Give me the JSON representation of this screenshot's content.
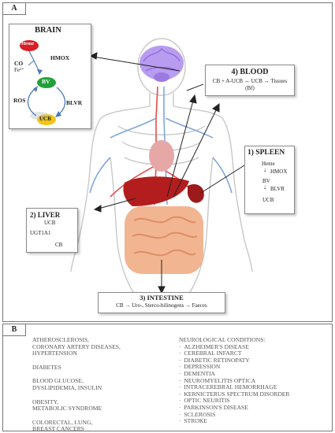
{
  "panel_a": {
    "label": "A",
    "brain": {
      "title": "BRAIN",
      "heme": "Heme",
      "hmox": "HMOX",
      "co": "CO",
      "fe": "Fe²⁺",
      "bv": "BV",
      "ros": "ROS",
      "blvr": "BLVR",
      "ucb": "UCB"
    },
    "blood": {
      "title": "4) BLOOD",
      "line1": "CB + A-UCB ↔ UCB ↔ Tissues",
      "line2": "(Bf)"
    },
    "spleen": {
      "title": "1) SPLEEN",
      "heme": "Heme",
      "hmox": "HMOX",
      "bv": "BV",
      "blvr": "BLVR",
      "ucb": "UCB"
    },
    "liver": {
      "title": "2) LIVER",
      "ucb": "UCB",
      "enzyme": "UGT1A1",
      "cb": "CB"
    },
    "intestine": {
      "title": "3) INTESTINE",
      "line": "CB → Uro-, Sterco-bilinogens → Faeces"
    }
  },
  "panel_b": {
    "label": "B",
    "left": [
      [
        "ATHEROSCLEROSIS,",
        "CORONARY ARTERY DISEASES,",
        "HYPERTENSION"
      ],
      [
        "DIABETES"
      ],
      [
        "BLOOD GLUCOSE,",
        "DYSLIPIDEMIA, INSULIN"
      ],
      [
        "OBESITY,",
        "METABOLIC SYNDROME"
      ],
      [
        "COLORECTAL, LUNG,",
        "BREAST CANCERS"
      ]
    ],
    "right_title": "NEUROLOGICAL CONDITIONS:",
    "right": [
      "ALZHEIMER'S DISEASE",
      "CEREBRAL INFARCT",
      "DIABETIC RETINOPATY",
      "DEPRESSION",
      "DEMENTIA",
      "NEUROMYELITIS OPTICA",
      "INTRACEREBRAL HEMORRHAGE",
      "KERNICTERUS SPECTRUM DISORDER",
      "OPTIC NEURITIS",
      "PARKINSON'S DISEASE",
      "SCLEROSIS",
      "STROKE"
    ]
  }
}
